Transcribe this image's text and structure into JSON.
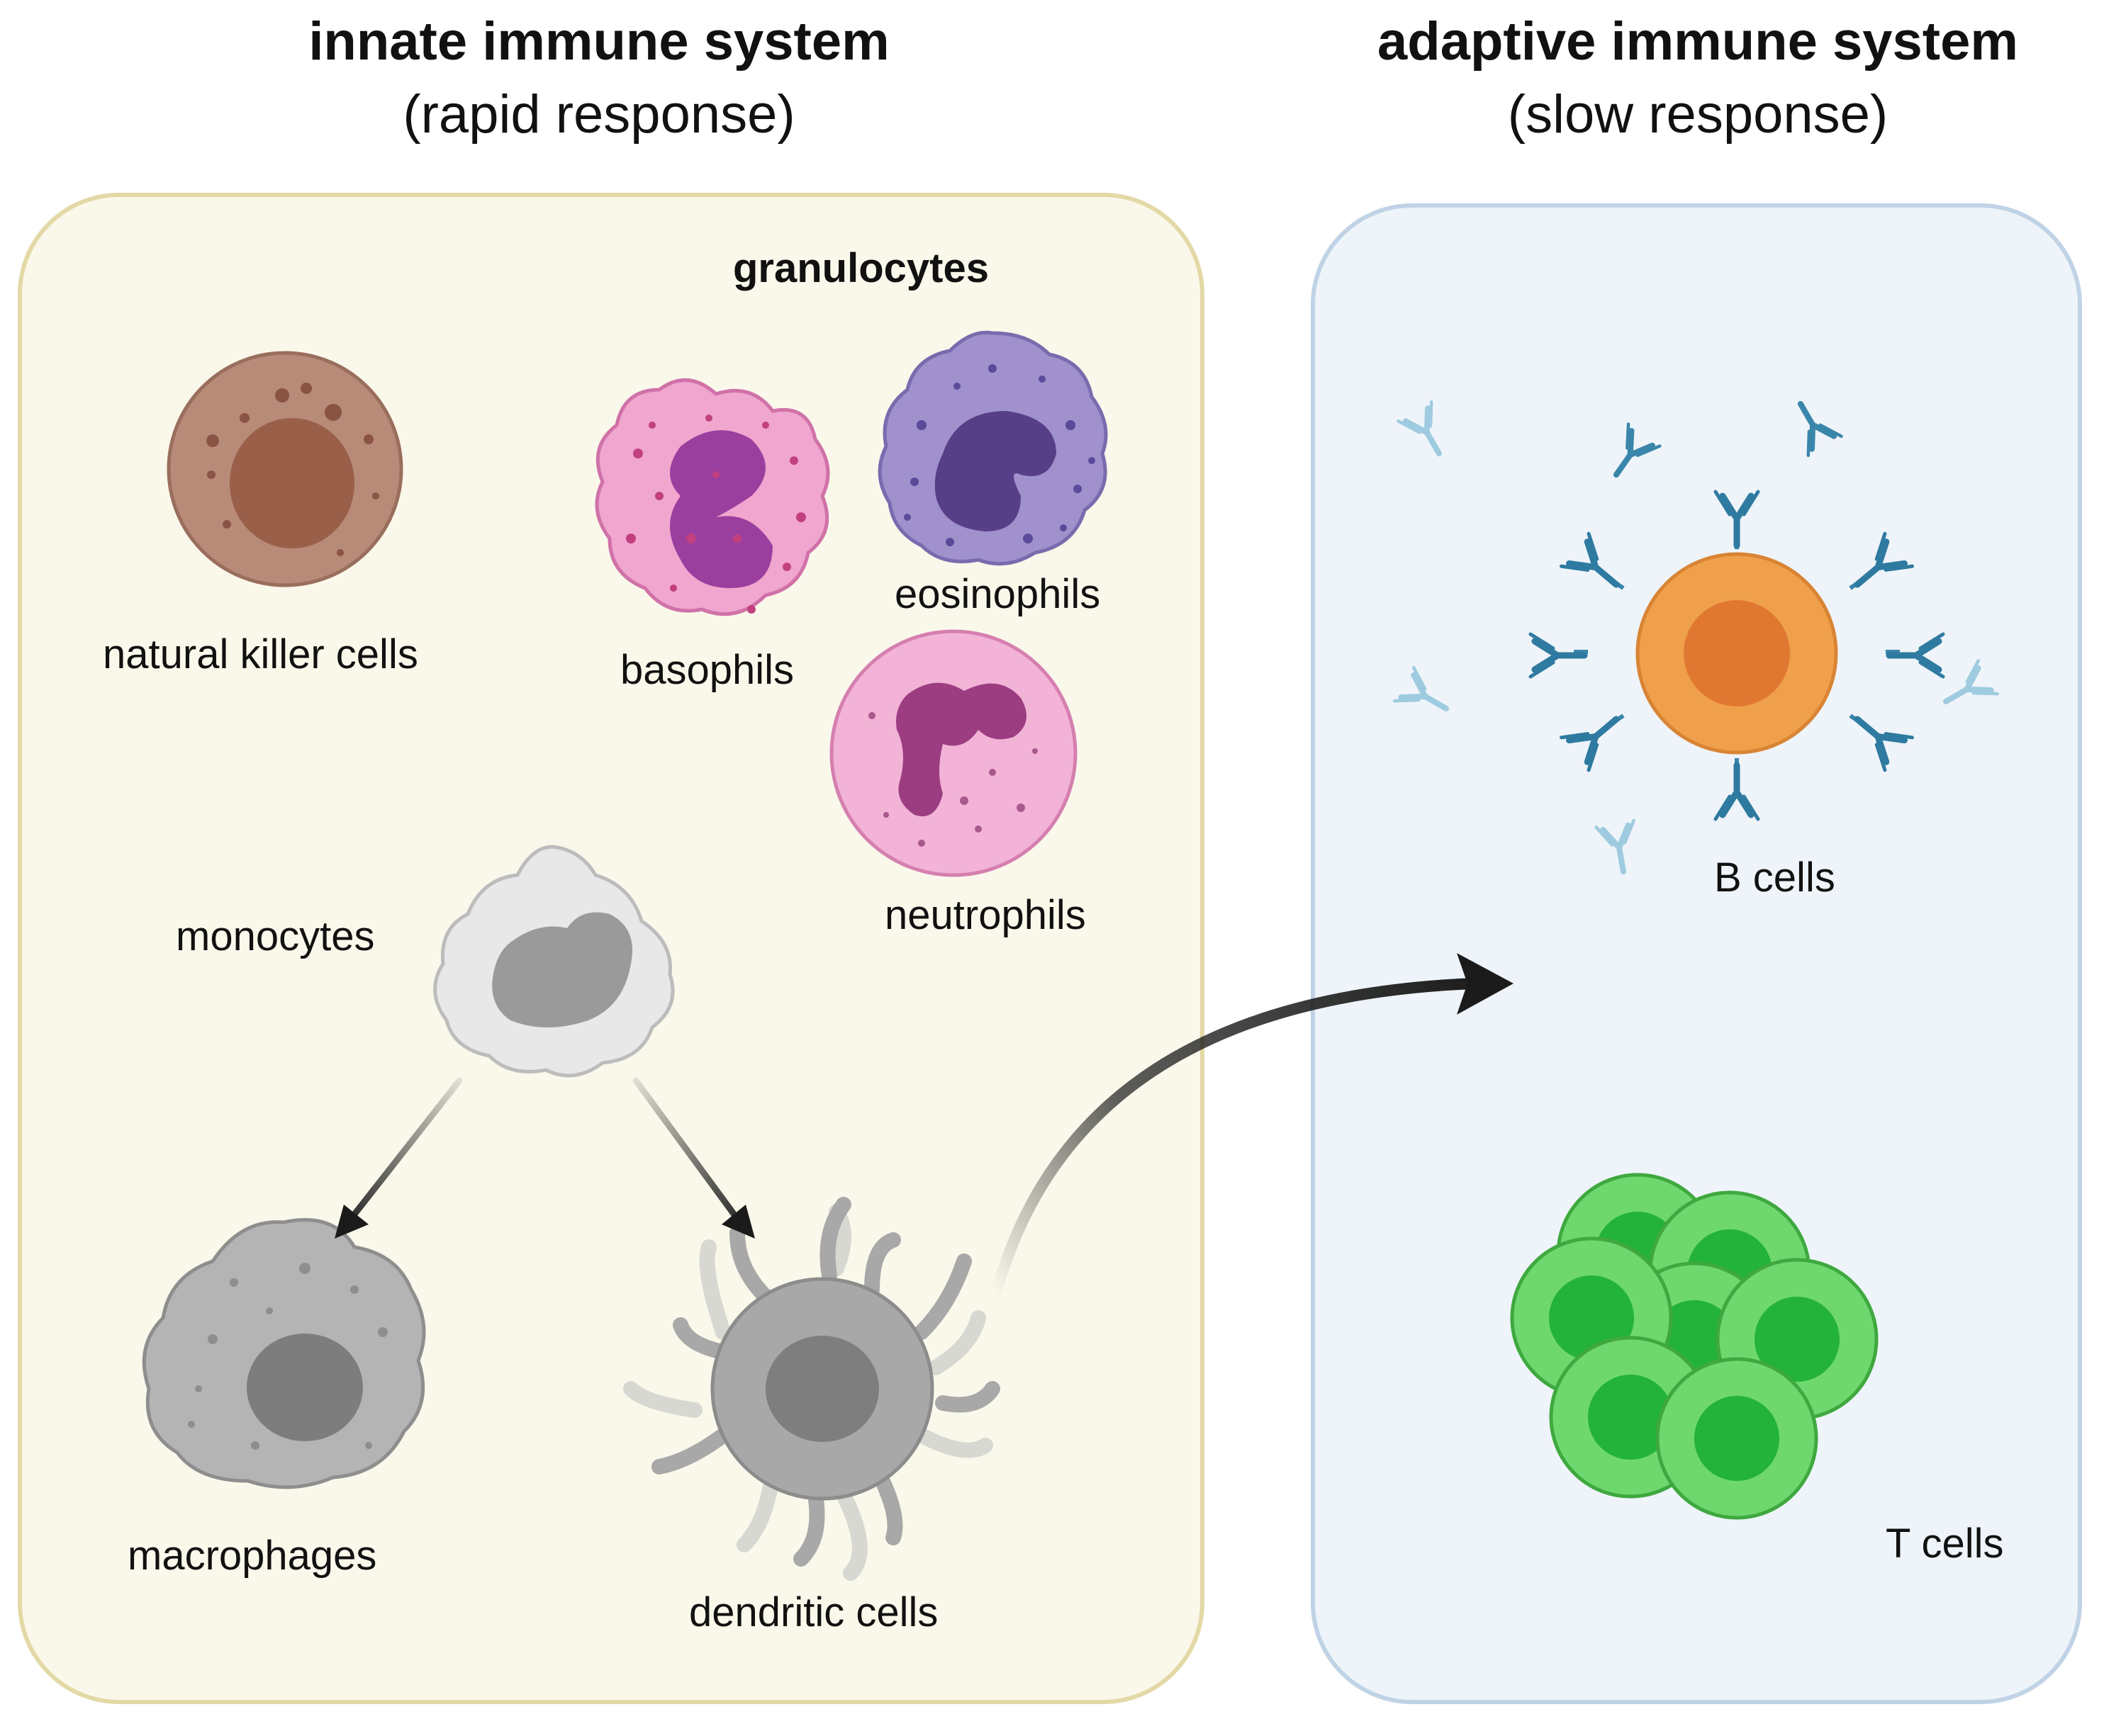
{
  "innate": {
    "title": "innate immune system",
    "subtitle": "(rapid response)",
    "granulocytes_heading": "granulocytes",
    "cells": {
      "natural_killer": "natural killer cells",
      "basophils": "basophils",
      "eosinophils": "eosinophils",
      "neutrophils": "neutrophils",
      "monocytes": "monocytes",
      "macrophages": "macrophages",
      "dendritic": "dendritic cells"
    }
  },
  "adaptive": {
    "title": "adaptive immune system",
    "subtitle": "(slow response)",
    "cells": {
      "b_cells": "B cells",
      "t_cells": "T cells"
    }
  },
  "colors": {
    "innate_panel_fill": "#faf8ea",
    "innate_panel_border": "#e3d9a6",
    "adaptive_panel_fill": "#eef4f9",
    "adaptive_panel_border": "#c0d3e6",
    "nk_cell": "#b88a78",
    "basophil": "#f0a6cf",
    "eosinophil": "#a090cc",
    "neutrophil": "#f2b3d6",
    "monocyte": "#e5e5e5",
    "macrophage": "#b7b7b7",
    "dendritic": "#a8a8a8",
    "b_cell": "#f0a04b",
    "antibody": "#3a86aa",
    "t_cell": "#6ed86e",
    "arrow": "#1b1b1b"
  }
}
